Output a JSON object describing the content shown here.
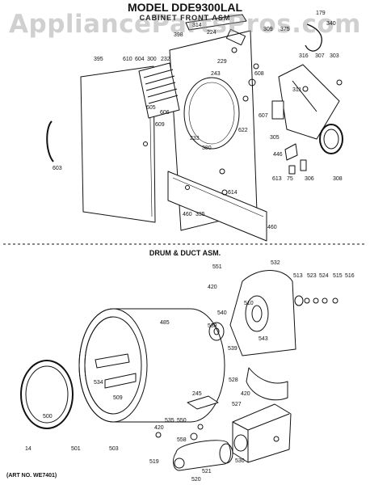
{
  "header": {
    "model_title": "MODEL DDE9300LAL",
    "subtitle": "CABINET FRONT ASM"
  },
  "watermark": "AppliancePartsPros.com",
  "section2": {
    "title": "DRUM & DUCT ASM."
  },
  "footer": {
    "art_no": "(ART NO. WE7401)"
  },
  "callouts": {
    "cabinet": [
      "179",
      "340",
      "398",
      "314",
      "224",
      "229",
      "243",
      "309",
      "375",
      "395",
      "610",
      "604",
      "300",
      "232",
      "606",
      "605",
      "609",
      "608",
      "316",
      "307",
      "303",
      "311",
      "622",
      "607",
      "233",
      "380",
      "305",
      "446",
      "603",
      "613",
      "75",
      "306",
      "308",
      "614",
      "460",
      "335",
      "460"
    ],
    "drum": [
      "551",
      "532",
      "420",
      "513",
      "523",
      "524",
      "515",
      "516",
      "510",
      "540",
      "485",
      "543",
      "539",
      "538",
      "534",
      "509",
      "528",
      "420",
      "245",
      "527",
      "500",
      "535",
      "550",
      "420",
      "558",
      "530",
      "14",
      "501",
      "503",
      "519",
      "520",
      "521"
    ]
  },
  "colors": {
    "ink": "#111111",
    "watermark": "#a0a0a0"
  }
}
